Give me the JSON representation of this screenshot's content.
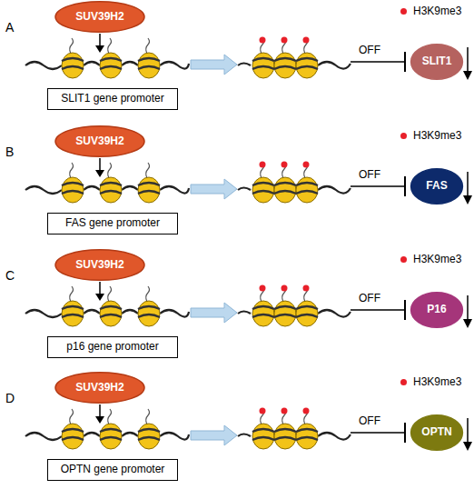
{
  "diagram": {
    "nodes": [
      {
        "text": [
          "SUV39H2"
        ]
      },
      {
        "text": [
          "SLIT1 gene promoter"
        ]
      },
      {
        "text": [
          "SLIT1"
        ]
      },
      {
        "text": [
          "SUV39H2"
        ]
      },
      {
        "text": [
          "FAS gene promoter"
        ]
      },
      {
        "text": [
          "FAS"
        ]
      },
      {
        "text": [
          "SUV39H2"
        ]
      },
      {
        "text": [
          "p16 gene promoter"
        ]
      },
      {
        "text": [
          "P16"
        ]
      },
      {
        "text": [
          "SUV39H2"
        ]
      },
      {
        "text": [
          "OPTN gene promoter"
        ]
      },
      {
        "text": [
          "OPTN"
        ]
      }
    ],
    "labels": [
      "A",
      "OFF",
      "B",
      "OFF",
      "C",
      "OFF",
      "D",
      "OFF"
    ],
    "legend": [
      {
        "text": "H3K9me3",
        "color": "#e8202a"
      },
      {
        "text": "H3K9me3",
        "color": "#e8202a"
      },
      {
        "text": "H3K9me3",
        "color": "#e8202a"
      },
      {
        "text": "H3K9me3",
        "color": "#e8202a"
      }
    ]
  }
}
